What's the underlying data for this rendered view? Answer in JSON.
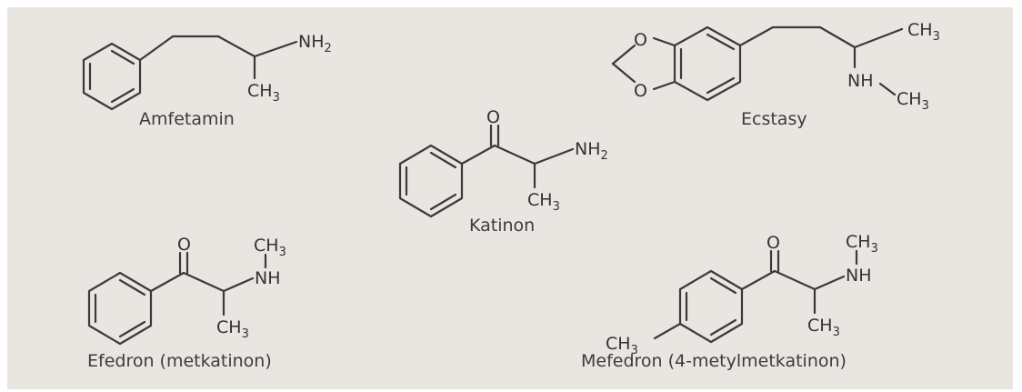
{
  "colors": {
    "background": "#e9e6e1",
    "ink": "#3a3a3a"
  },
  "molecules": [
    {
      "id": "amfetamin",
      "name": "Amfetamin",
      "labels": [
        {
          "id": "nh2",
          "main": "NH",
          "sub": "2"
        },
        {
          "id": "ch3",
          "main": "CH",
          "sub": "3"
        }
      ]
    },
    {
      "id": "ecstasy",
      "name": "Ecstasy",
      "labels": [
        {
          "id": "o1",
          "main": "O",
          "sub": ""
        },
        {
          "id": "o2",
          "main": "O",
          "sub": ""
        },
        {
          "id": "ch3-top",
          "main": "CH",
          "sub": "3"
        },
        {
          "id": "nh",
          "main": "NH",
          "sub": ""
        },
        {
          "id": "ch3-n",
          "main": "CH",
          "sub": "3"
        }
      ]
    },
    {
      "id": "katinon",
      "name": "Katinon",
      "labels": [
        {
          "id": "o",
          "main": "O",
          "sub": ""
        },
        {
          "id": "nh2",
          "main": "NH",
          "sub": "2"
        },
        {
          "id": "ch3",
          "main": "CH",
          "sub": "3"
        }
      ]
    },
    {
      "id": "efedron",
      "name": "Efedron (metkatinon)",
      "labels": [
        {
          "id": "o",
          "main": "O",
          "sub": ""
        },
        {
          "id": "ch3-n",
          "main": "CH",
          "sub": "3"
        },
        {
          "id": "nh",
          "main": "NH",
          "sub": ""
        },
        {
          "id": "ch3",
          "main": "CH",
          "sub": "3"
        }
      ]
    },
    {
      "id": "mefedron",
      "name": "Mefedron (4-metylmetkatinon)",
      "labels": [
        {
          "id": "o",
          "main": "O",
          "sub": ""
        },
        {
          "id": "ch3-n",
          "main": "CH",
          "sub": "3"
        },
        {
          "id": "nh",
          "main": "NH",
          "sub": ""
        },
        {
          "id": "ch3",
          "main": "CH",
          "sub": "3"
        },
        {
          "id": "ch3-ring",
          "main": "CH",
          "sub": "3"
        }
      ]
    }
  ]
}
